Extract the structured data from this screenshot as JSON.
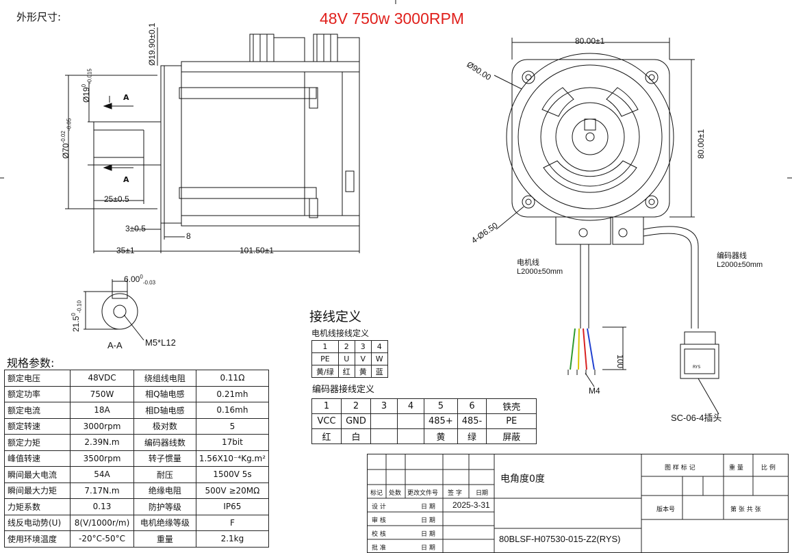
{
  "header": {
    "dims_label": "外形尺寸:",
    "title": "48V 750w 3000RPM",
    "title_color": "#e0201c"
  },
  "side_view": {
    "dia_flange": "Ø19.90±0.1",
    "dia_shaft": "Ø19",
    "dia_shaft_tol": "0\n-0.015",
    "dia_shaft_tol_upper": "0",
    "dia_shaft_tol_lower": "-0.015",
    "dia_pilot": "Ø70",
    "dia_pilot_tol_upper": "-0.02",
    "dia_pilot_tol_lower": "-0.05",
    "section_mark": "A",
    "key_length": "25±0.5",
    "pilot_depth": "3±0.5",
    "flange_thk": "8",
    "shaft_length": "35±1",
    "body_length": "101.50±1"
  },
  "section_view": {
    "key_width": "6.00",
    "key_width_tol_upper": "0",
    "key_width_tol_lower": "-0.03",
    "key_depth": "21.5",
    "key_depth_tol_upper": "0",
    "key_depth_tol_lower": "-0.10",
    "label": "A-A",
    "thread": "M5*L12"
  },
  "front_view": {
    "width": "80.00±1",
    "height": "80.00±1",
    "bolt_circle": "Ø90.00",
    "holes": "4-Ø6.50",
    "motor_cable": "电机线",
    "motor_cable_len": "L2000±50mm",
    "encoder_cable": "编码器线",
    "encoder_cable_len": "L2000±50mm",
    "strip_len": "100",
    "terminal": "M4",
    "plug": "SC-06-4插头",
    "plug_tag": "RYS"
  },
  "wiring": {
    "title": "接线定义",
    "motor_title": "电机线接线定义",
    "motor_rows": [
      [
        "1",
        "2",
        "3",
        "4"
      ],
      [
        "PE",
        "U",
        "V",
        "W"
      ],
      [
        "黄/绿",
        "红",
        "黄",
        "蓝"
      ]
    ],
    "encoder_title": "编码器接线定义",
    "encoder_rows": [
      [
        "1",
        "2",
        "3",
        "4",
        "5",
        "6",
        "铁壳"
      ],
      [
        "VCC",
        "GND",
        "",
        "",
        "485+",
        "485-",
        "PE"
      ],
      [
        "红",
        "白",
        "",
        "",
        "黄",
        "绿",
        "屏蔽"
      ]
    ]
  },
  "specs": {
    "title": "规格参数:",
    "rows": [
      [
        "额定电压",
        "48VDC",
        "绕组线电阻",
        "0.11Ω"
      ],
      [
        "额定功率",
        "750W",
        "相Q轴电感",
        "0.21mh"
      ],
      [
        "额定电流",
        "18A",
        "相D轴电感",
        "0.16mh"
      ],
      [
        "额定转速",
        "3000rpm",
        "极对数",
        "5"
      ],
      [
        "额定力矩",
        "2.39N.m",
        "编码器线数",
        "17bit"
      ],
      [
        "峰值转速",
        "3500rpm",
        "转子惯量",
        "1.56X10⁻⁴Kg.m²"
      ],
      [
        "瞬间最大电流",
        "54A",
        "耐压",
        "1500V 5s"
      ],
      [
        "瞬间最大力矩",
        "7.17N.m",
        "绝缘电阻",
        "500V ≥20MΩ"
      ],
      [
        "力矩系数",
        "0.13",
        "防护等级",
        "IP65"
      ],
      [
        "线反电动势(U)",
        "8(V/1000r/m)",
        "电机绝缘等级",
        "F"
      ],
      [
        "使用环境温度",
        "-20°C-50°C",
        "重量",
        "2.1kg"
      ]
    ]
  },
  "title_block": {
    "change_cols": [
      "标记",
      "处数",
      "更改文件号",
      "签 字",
      "日期"
    ],
    "design": "设 计",
    "review": "审 核",
    "proof": "校 核",
    "approve": "批 准",
    "date_label": "日 期",
    "design_date": "2025-3-31",
    "note": "电角度0度",
    "drawing_no": "80BLSF-H07530-015-Z2(RYS)",
    "stage_label": "图 样 标 记",
    "weight_label": "重 量",
    "scale_label": "比 例",
    "version_label": "版本号",
    "sheet_label": "第 张 共 张"
  }
}
